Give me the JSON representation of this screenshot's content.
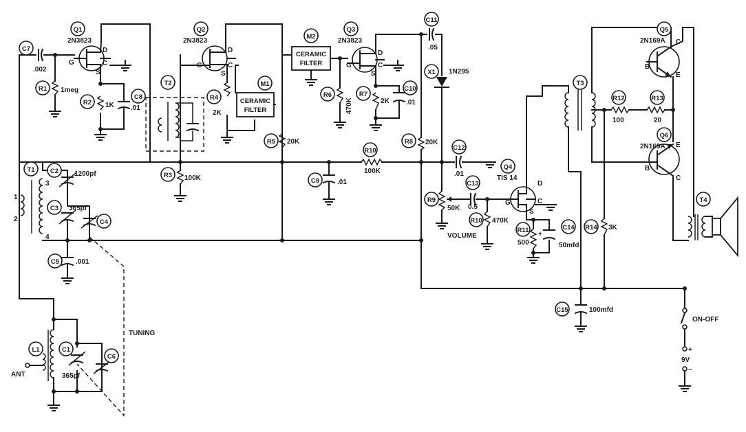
{
  "components": {
    "q1": {
      "ref": "Q1",
      "part": "2N3823"
    },
    "q2": {
      "ref": "Q2",
      "part": "2N3823"
    },
    "q3": {
      "ref": "Q3",
      "part": "2N3823"
    },
    "q4": {
      "ref": "Q4",
      "part": "TIS 14"
    },
    "q5": {
      "ref": "Q5",
      "part": "2N169A"
    },
    "q6": {
      "ref": "Q6",
      "part": "2N169A"
    },
    "m1": {
      "ref": "M1",
      "line1": "CERAMIC",
      "line2": "FILTER"
    },
    "m2": {
      "ref": "M2",
      "line1": "CERAMIC",
      "line2": "FILTER"
    },
    "x1": {
      "ref": "X1",
      "part": "1N295"
    },
    "c1": {
      "ref": "C1",
      "value": "365pf"
    },
    "c2": {
      "ref": "C2",
      "value": "1200pf"
    },
    "c3": {
      "ref": "C3",
      "value": "365pf"
    },
    "c4": {
      "ref": "C4"
    },
    "c5": {
      "ref": "C5",
      "value": ".001"
    },
    "c6": {
      "ref": "C6"
    },
    "c7": {
      "ref": "C7",
      "value": ".002"
    },
    "c8": {
      "ref": "C8",
      "value": ".01"
    },
    "c9": {
      "ref": "C9",
      "value": ".01"
    },
    "c10": {
      "ref": "C10",
      "value": ".01"
    },
    "c11": {
      "ref": "C11",
      "value": ".05"
    },
    "c12": {
      "ref": "C12",
      "value": ".01"
    },
    "c13": {
      "ref": "C13",
      "value": "0.5"
    },
    "c14": {
      "ref": "C14",
      "value": "50mfd"
    },
    "c15": {
      "ref": "C15",
      "value": "100mfd"
    },
    "r1": {
      "ref": "R1",
      "value": "1meg"
    },
    "r2": {
      "ref": "R2",
      "value": "1K"
    },
    "r3": {
      "ref": "R3",
      "value": "100K"
    },
    "r4": {
      "ref": "R4",
      "value": "2K"
    },
    "r5": {
      "ref": "R5",
      "value": "20K"
    },
    "r6": {
      "ref": "R6",
      "value": "470K"
    },
    "r7": {
      "ref": "R7",
      "value": "2K"
    },
    "r8": {
      "ref": "R8",
      "value": "20K"
    },
    "r9": {
      "ref": "R9",
      "value": "50K",
      "caption": "VOLUME"
    },
    "r10a": {
      "ref": "R10",
      "value": "100K"
    },
    "r10b": {
      "ref": "R10",
      "value": "470K"
    },
    "r11": {
      "ref": "R11",
      "value": "500"
    },
    "r12": {
      "ref": "R12",
      "value": "100"
    },
    "r13": {
      "ref": "R13",
      "value": "20"
    },
    "r14": {
      "ref": "R14",
      "value": "3K"
    },
    "t1": {
      "ref": "T1",
      "pins": [
        "1",
        "2",
        "3",
        "4"
      ]
    },
    "t2": {
      "ref": "T2"
    },
    "t3": {
      "ref": "T3"
    },
    "t4": {
      "ref": "T4"
    },
    "l1": {
      "ref": "L1"
    }
  },
  "labels": {
    "tuning": "TUNING",
    "ant": "ANT",
    "on_off": "ON-OFF",
    "battery": "9V",
    "plus": "+",
    "minus": "–",
    "g": "G",
    "d": "D",
    "s": "S",
    "c": "C",
    "b": "B",
    "e": "E"
  }
}
